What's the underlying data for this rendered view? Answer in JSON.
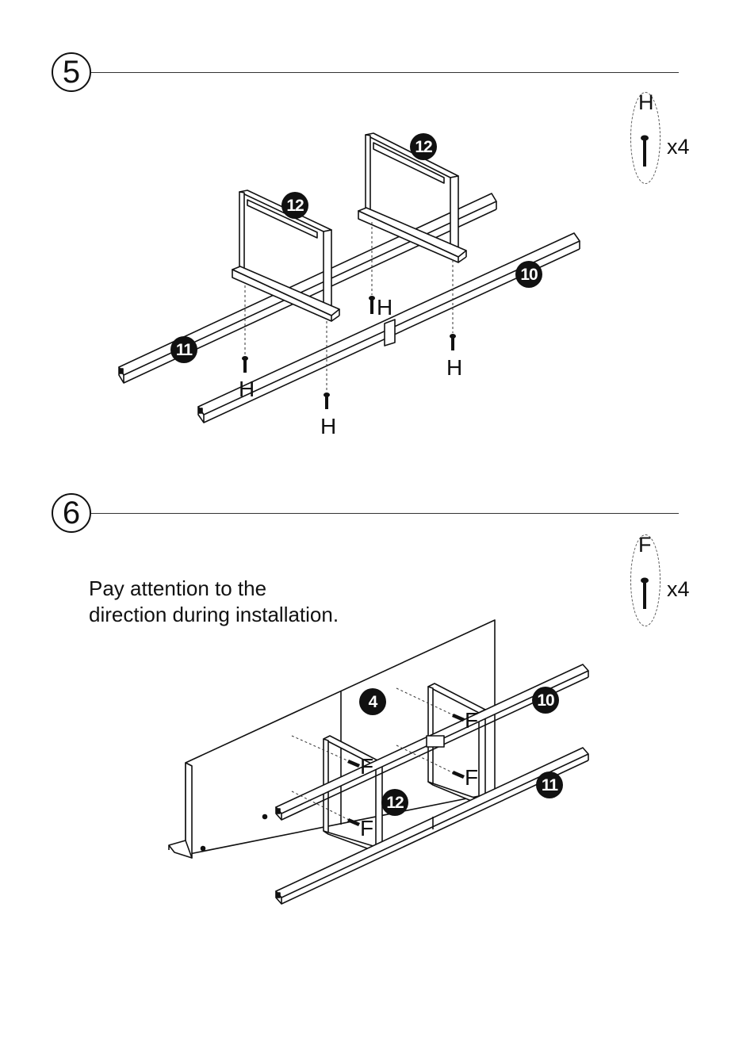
{
  "step5": {
    "number": "5",
    "hardware": {
      "letter": "H",
      "quantity": "x4",
      "icon": "screw-icon"
    },
    "parts": {
      "bar_left": "11",
      "bar_right": "10",
      "frame_a": "12",
      "frame_b": "12"
    },
    "screw_labels": [
      "H",
      "H",
      "H",
      "H"
    ]
  },
  "step6": {
    "number": "6",
    "hardware": {
      "letter": "F",
      "quantity": "x4",
      "icon": "screw-icon"
    },
    "note_line1": "Pay attention to the",
    "note_line2": "direction during installation.",
    "parts": {
      "panel": "4",
      "bar_upper": "10",
      "bar_lower": "11",
      "frame": "12"
    },
    "screw_labels": [
      "F",
      "F",
      "F",
      "F"
    ]
  },
  "colors": {
    "line": "#111111",
    "badge_fill": "#111111",
    "badge_text": "#ffffff",
    "background": "#ffffff"
  }
}
